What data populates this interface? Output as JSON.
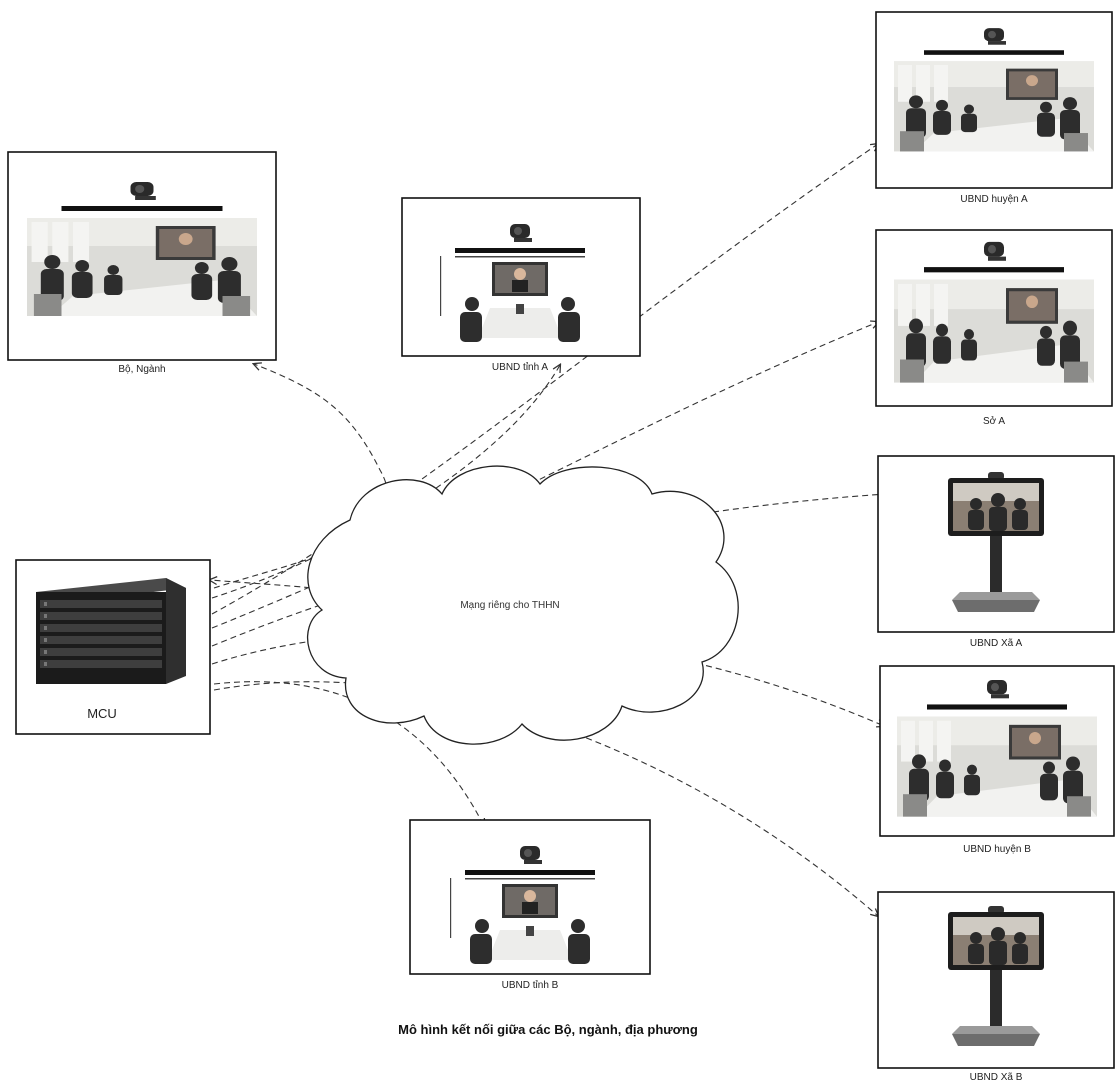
{
  "caption": "Mô hình kết nối giữa các Bộ, ngành, địa phương",
  "cloud_label": "Mạng riêng cho THHN",
  "nodes": {
    "bo_nganh": "Bộ, Ngành",
    "tinh_a": "UBND tỉnh A",
    "tinh_b": "UBND tỉnh B",
    "mcu": "MCU",
    "huyen_a": "UBND huyện A",
    "so_a": "Sở A",
    "xa_a": "UBND Xã A",
    "huyen_b": "UBND huyện B",
    "xa_b": "UBND Xã B"
  }
}
